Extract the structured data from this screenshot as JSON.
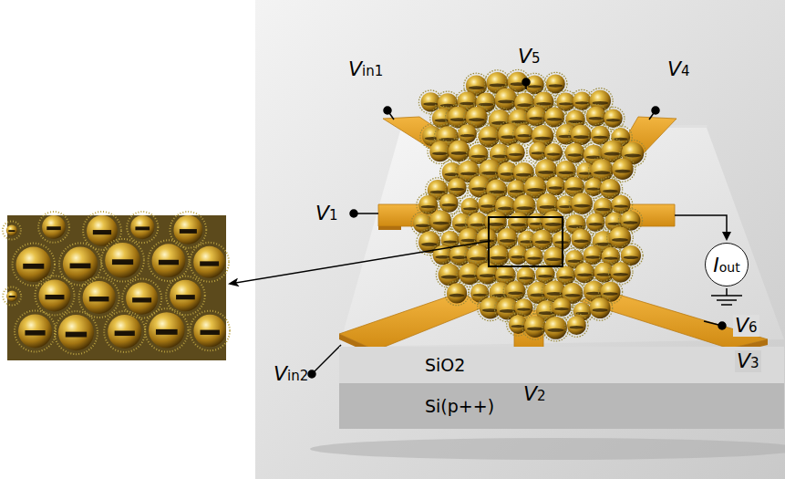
{
  "diagram": {
    "nodes": [
      {
        "text": [
          "Iout"
        ]
      },
      {
        "text": [
          "SiO2"
        ]
      },
      {
        "text": [
          "Si(p++)"
        ]
      }
    ],
    "labels": [
      "Vin1",
      "V5",
      "V4",
      "V1",
      "Vin2",
      "V2",
      "V6",
      "V3"
    ]
  }
}
